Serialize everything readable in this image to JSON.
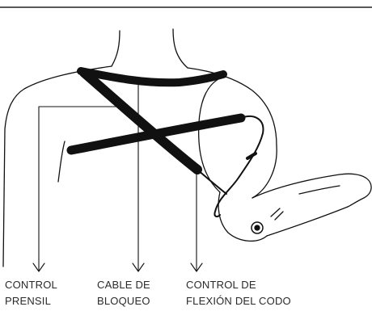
{
  "diagram": {
    "labels": {
      "control_prensil": [
        "CONTROL",
        "PRENSIL"
      ],
      "cable_bloqueo": [
        "CABLE DE",
        "BLOQUEO"
      ],
      "control_flexion_codo": [
        "CONTROL DE",
        "FLEXIÓN DEL CODO"
      ]
    }
  },
  "colors": {
    "ink": "#111111",
    "label_text": "#2a2a2a",
    "background": "#ffffff"
  }
}
